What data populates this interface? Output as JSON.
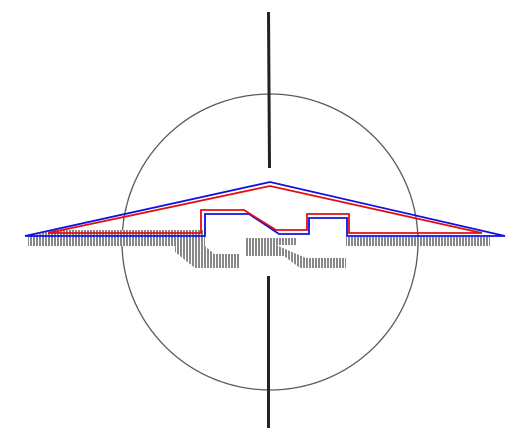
{
  "diagram": {
    "kind": "technical-cross-section",
    "elements": [
      "guide-circle",
      "vertical-axis-upper",
      "vertical-axis-lower",
      "hatched-base-left",
      "hatched-base-right",
      "hatched-step-left",
      "hatched-step-right",
      "blue-outline",
      "red-outline"
    ],
    "colors": {
      "background": "#ffffff",
      "circle": "#5a5a5a",
      "axis": "#222222",
      "hatch": "#555555",
      "outer_outline": "#1010e0",
      "inner_outline": "#e01010"
    }
  }
}
